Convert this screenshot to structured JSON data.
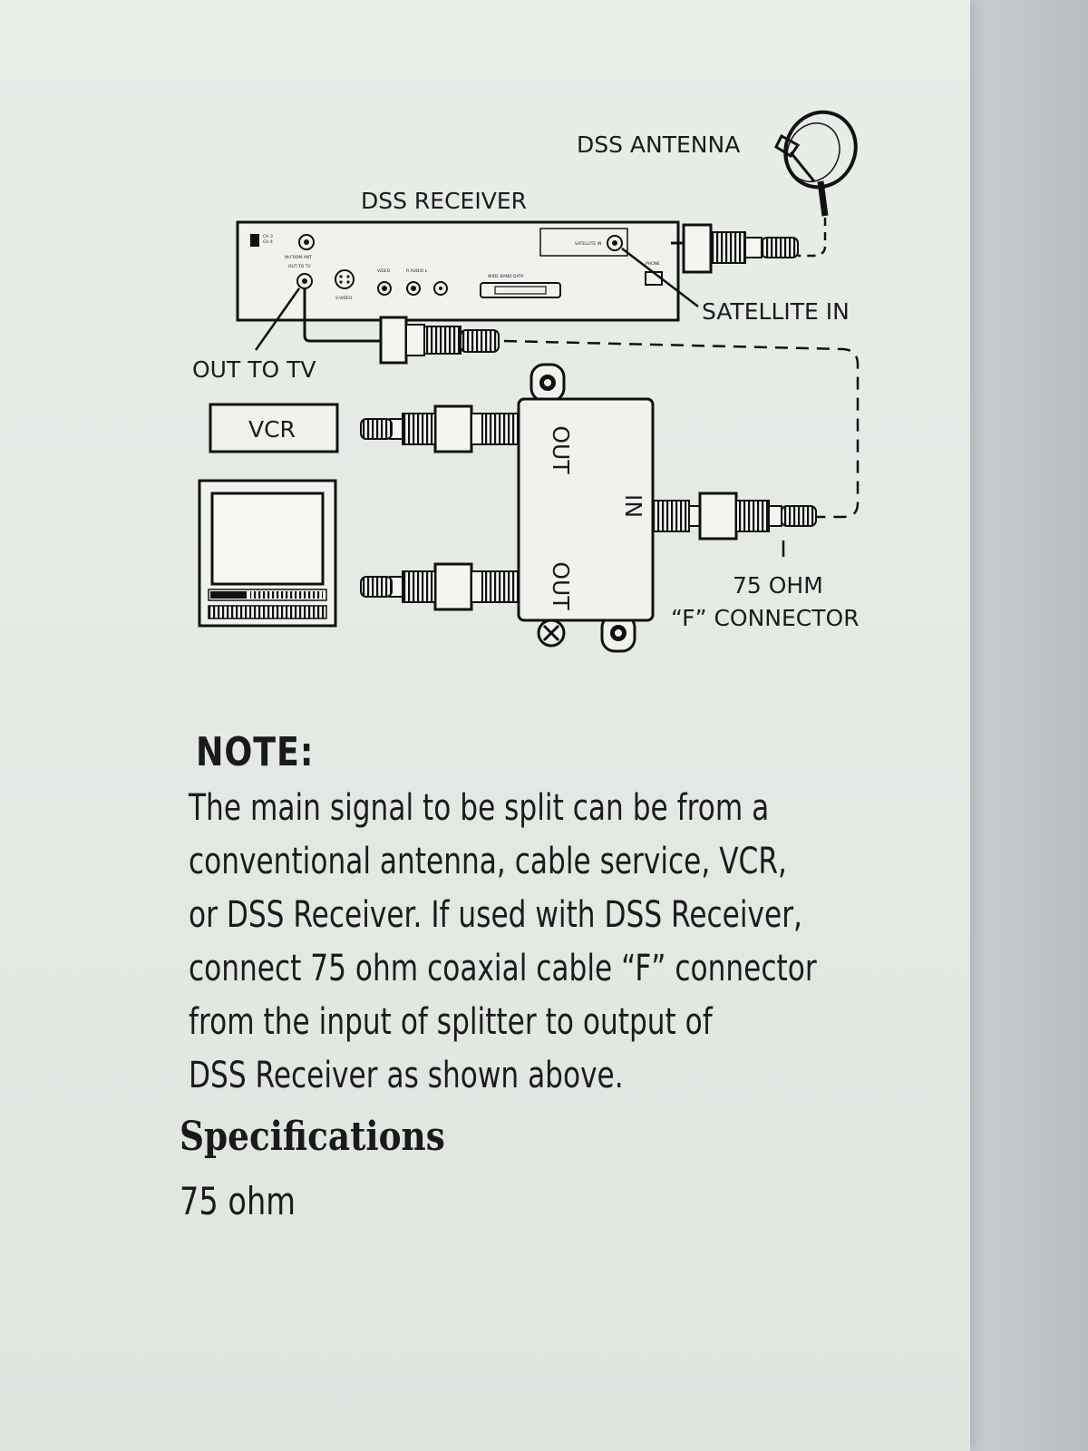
{
  "diagram": {
    "dss_antenna": "DSS ANTENNA",
    "dss_receiver": "DSS RECEIVER",
    "satellite_in": "SATELLITE IN",
    "out_to_tv": "OUT TO TV",
    "vcr": "VCR",
    "splitter_out_top": "OUT",
    "splitter_in": "IN",
    "splitter_out_bottom": "OUT",
    "connector_line1": "75 OHM",
    "connector_line2": "“F” CONNECTOR",
    "panel": {
      "ch": "CH 3\nCH 4",
      "in_from_ant": "IN FROM ANT",
      "out_to_tv": "OUT TO TV",
      "s_video": "S-VIDEO",
      "video": "VIDEO",
      "audio": "R  AUDIO  L",
      "data": "WIDE BAND DATA",
      "satellite": "SATELLITE IN",
      "phone": "PHONE"
    }
  },
  "note": {
    "title": "NOTE:",
    "lines": [
      "The main signal to be split can be from a",
      "conventional antenna, cable service, VCR,",
      "or DSS Receiver. If used with DSS Receiver,",
      "connect 75 ohm coaxial cable “F” connector",
      "from the input of splitter to output of",
      "DSS Receiver as shown above."
    ]
  },
  "specifications": {
    "title": "Specifications",
    "value": "75 ohm"
  }
}
